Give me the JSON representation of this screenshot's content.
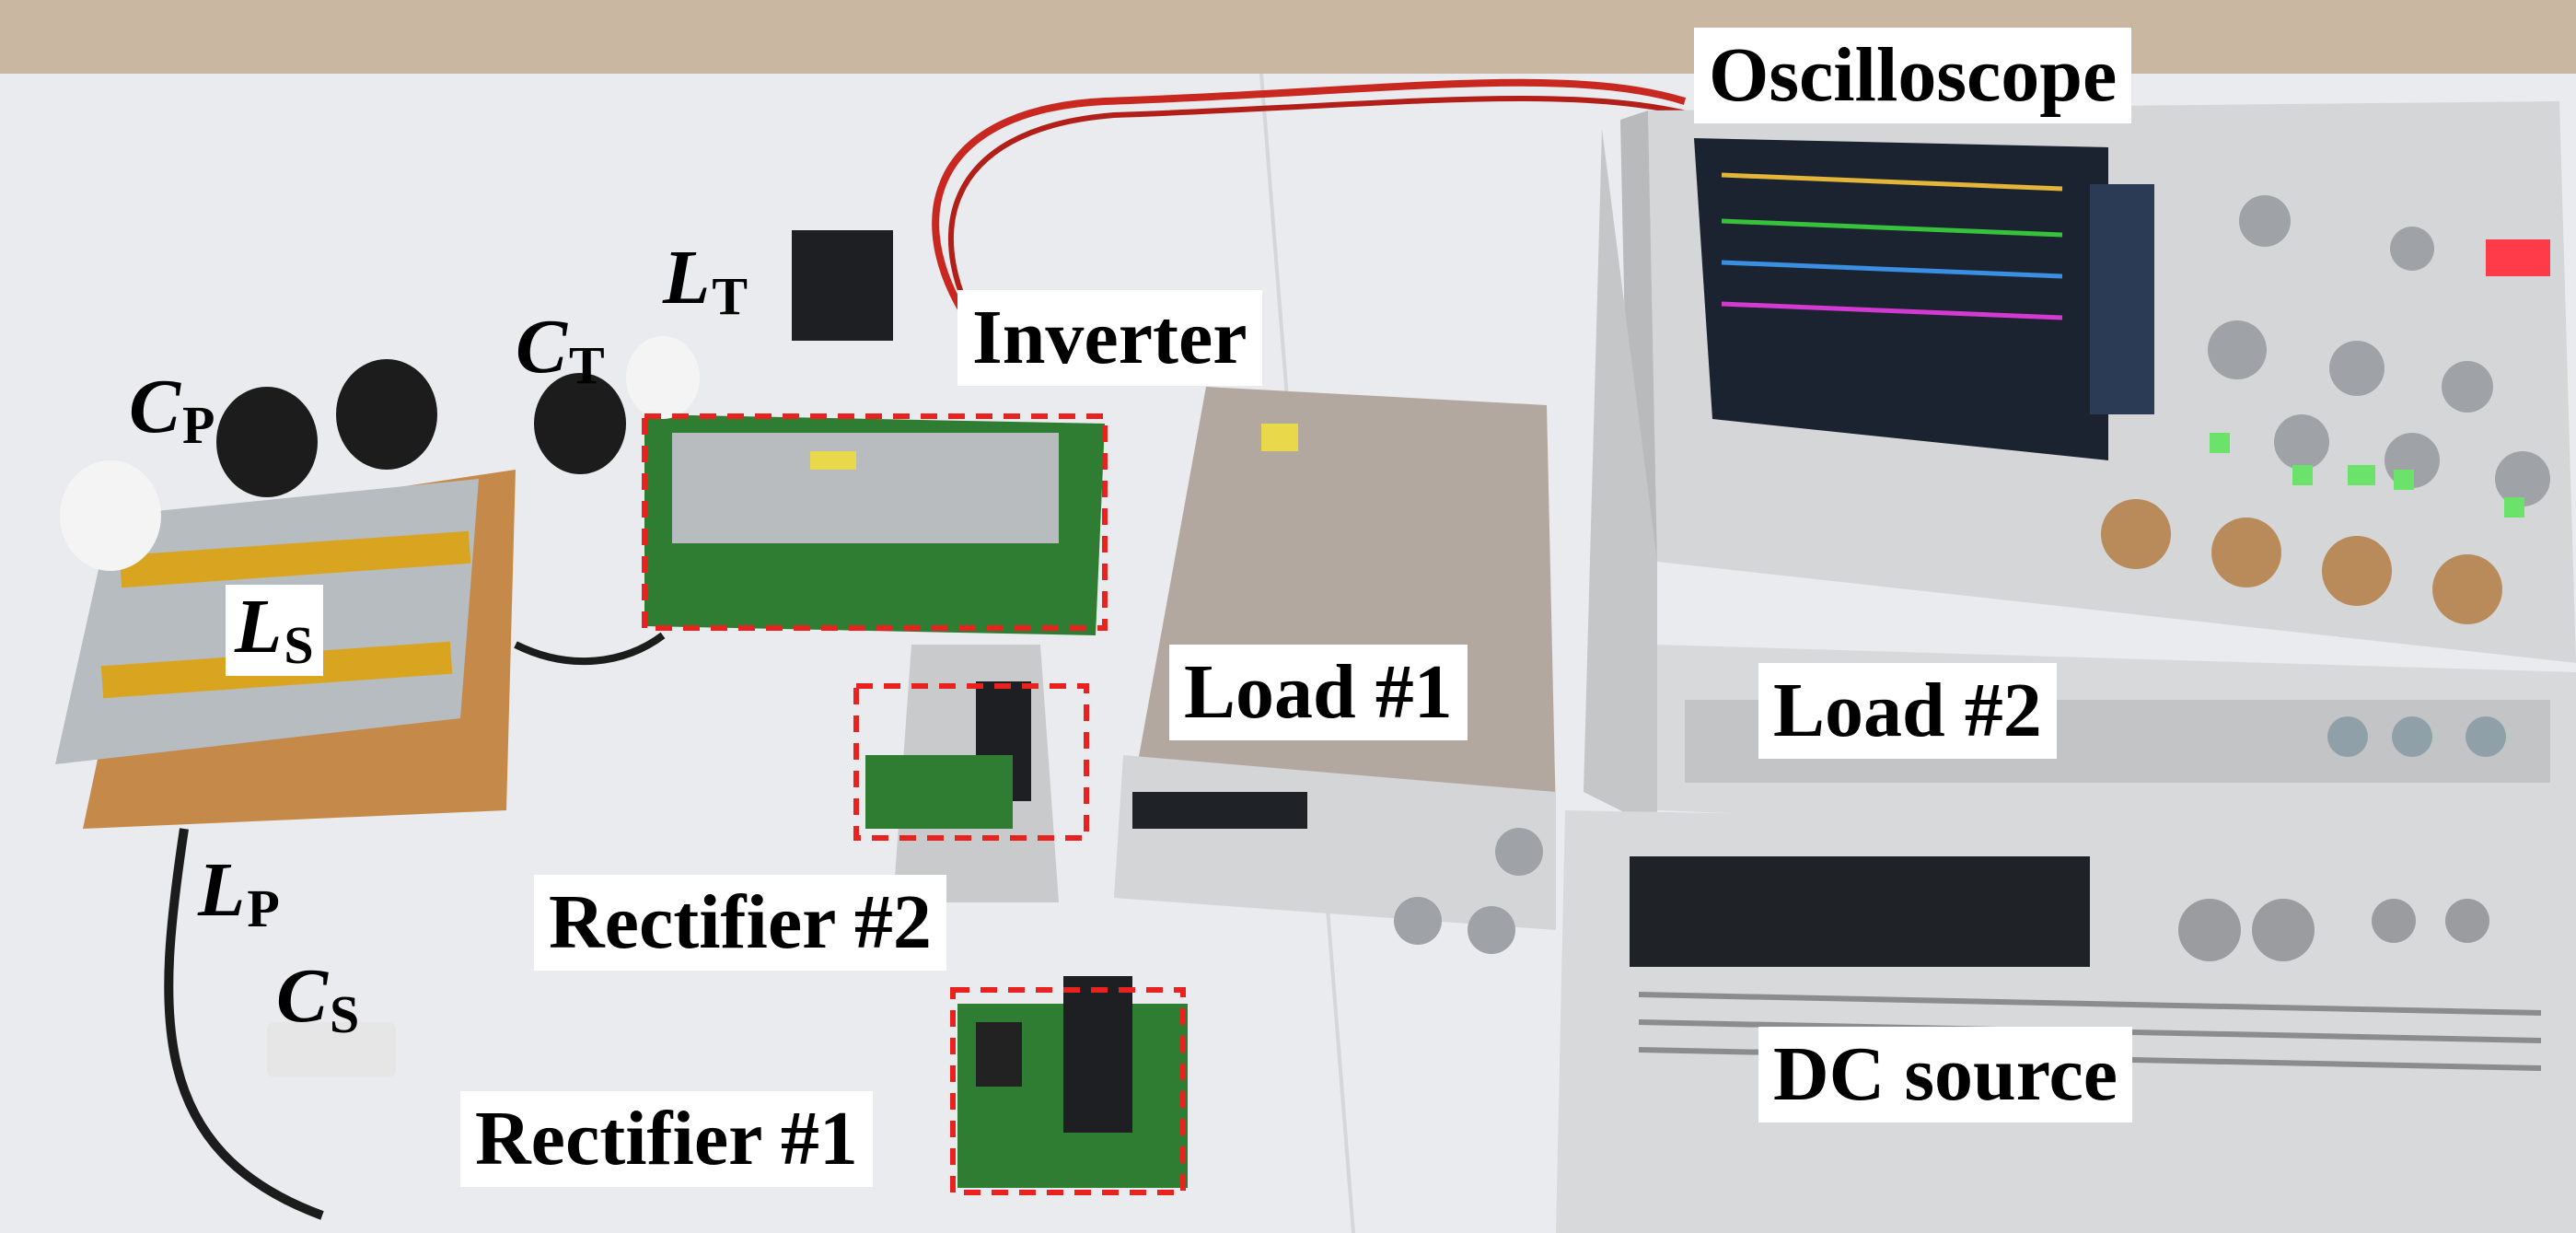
{
  "labels": {
    "oscilloscope": "Oscilloscope",
    "inverter": "Inverter",
    "load1": "Load #1",
    "load2": "Load #2",
    "rectifier2": "Rectifier #2",
    "rectifier1": "Rectifier #1",
    "dc_source": "DC source"
  },
  "symbols": {
    "lt": {
      "main": "L",
      "sub": "T"
    },
    "ct": {
      "main": "C",
      "sub": "T"
    },
    "cp": {
      "main": "C",
      "sub": "P"
    },
    "ls": {
      "main": "L",
      "sub": "S"
    },
    "lp": {
      "main": "L",
      "sub": "P"
    },
    "cs": {
      "main": "C",
      "sub": "S"
    }
  },
  "colors": {
    "highlight_box": "#e8231f",
    "table": "#e9ebee",
    "pcb": "#2e7d32",
    "copper_tape": "#d9a520",
    "wire_red": "#c8281f"
  }
}
